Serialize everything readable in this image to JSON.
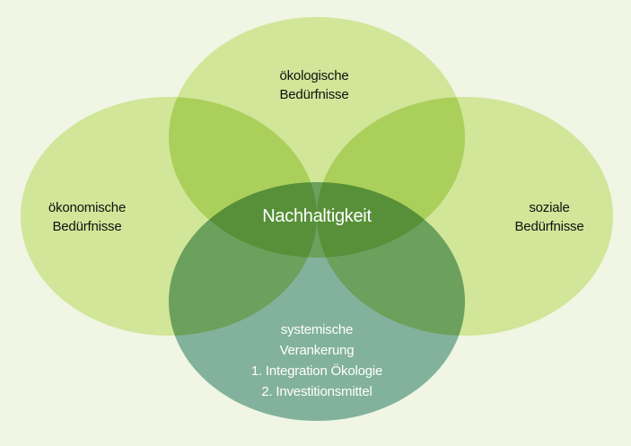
{
  "colors": {
    "background": "#f0f5e4",
    "light_circle": "#d1e698",
    "bottom_circle": "#82b29b",
    "center_text": "#ffffff"
  },
  "circles": {
    "top": {
      "line1": "ökologische",
      "line2": "Bedürfnisse"
    },
    "left": {
      "line1": "ökonomische",
      "line2": "Bedürfnisse"
    },
    "right": {
      "line1": "soziale",
      "line2": "Bedürfnisse"
    },
    "bottom": {
      "line1": "systemische",
      "line2": "Verankerung",
      "items": [
        "1. Integration Ökologie",
        "2. Investitionsmittel"
      ]
    }
  },
  "center": "Nachhaltigkeit"
}
